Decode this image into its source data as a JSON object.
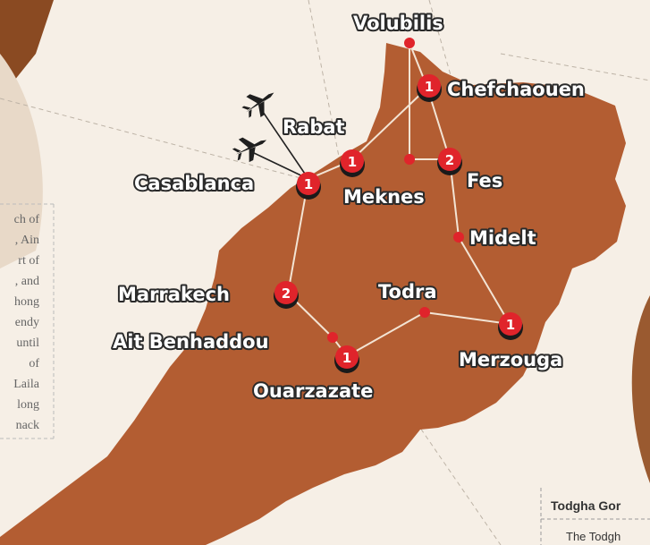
{
  "map": {
    "land_color": "#b35d32",
    "route_color": "#f3e4d4",
    "pin_color": "#e0242b",
    "cities": {
      "volubilis": "Volubilis",
      "chefchaouen": "Chefchaouen",
      "rabat": "Rabat",
      "casablanca": "Casablanca",
      "meknes": "Meknes",
      "fes": "Fes",
      "midelt": "Midelt",
      "marrakech": "Marrakech",
      "todra": "Todra",
      "ait_benhaddou": "Ait Benhaddou",
      "merzouga": "Merzouga",
      "ouarzazate": "Ouarzazate"
    },
    "nights": {
      "chefchaouen": "1",
      "rabat": "1",
      "casablanca": "1",
      "fes": "2",
      "marrakech": "2",
      "merzouga": "1",
      "ouarzazate": "1"
    }
  },
  "side_text": {
    "lines": [
      "ch of",
      ", Ain",
      "rt of",
      ", and",
      "hong",
      "endy",
      "until",
      "of",
      "Laila",
      "long",
      "nack"
    ]
  },
  "footer_panel": {
    "title": "Todgha Gor",
    "line": "The Todgh"
  }
}
